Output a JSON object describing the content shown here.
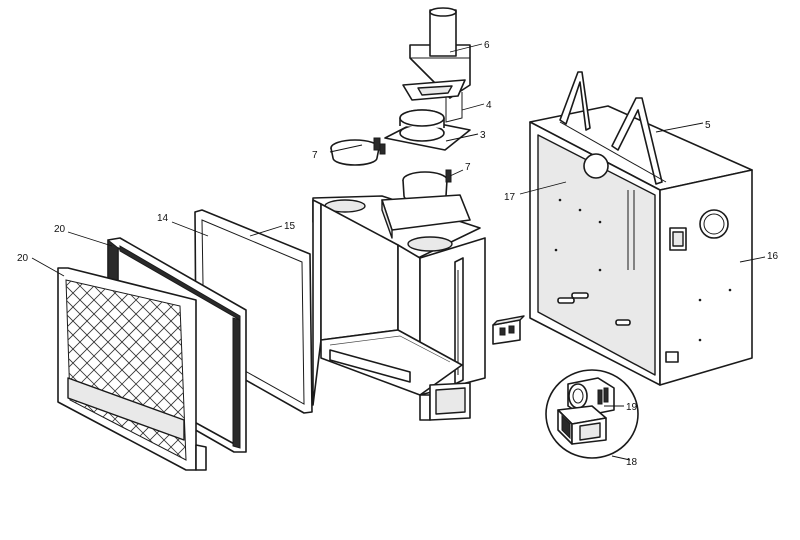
{
  "callouts": [
    {
      "key": "c3",
      "label": "3"
    },
    {
      "key": "c4",
      "label": "4"
    },
    {
      "key": "c5",
      "label": "5"
    },
    {
      "key": "c6",
      "label": "6"
    },
    {
      "key": "c7a",
      "label": "7"
    },
    {
      "key": "c7b",
      "label": "7"
    },
    {
      "key": "c14",
      "label": "14"
    },
    {
      "key": "c15",
      "label": "15"
    },
    {
      "key": "c16",
      "label": "16"
    },
    {
      "key": "c17",
      "label": "17"
    },
    {
      "key": "c18",
      "label": "18"
    },
    {
      "key": "c19",
      "label": "19"
    },
    {
      "key": "c20a",
      "label": "20"
    },
    {
      "key": "c20b",
      "label": "20"
    }
  ]
}
